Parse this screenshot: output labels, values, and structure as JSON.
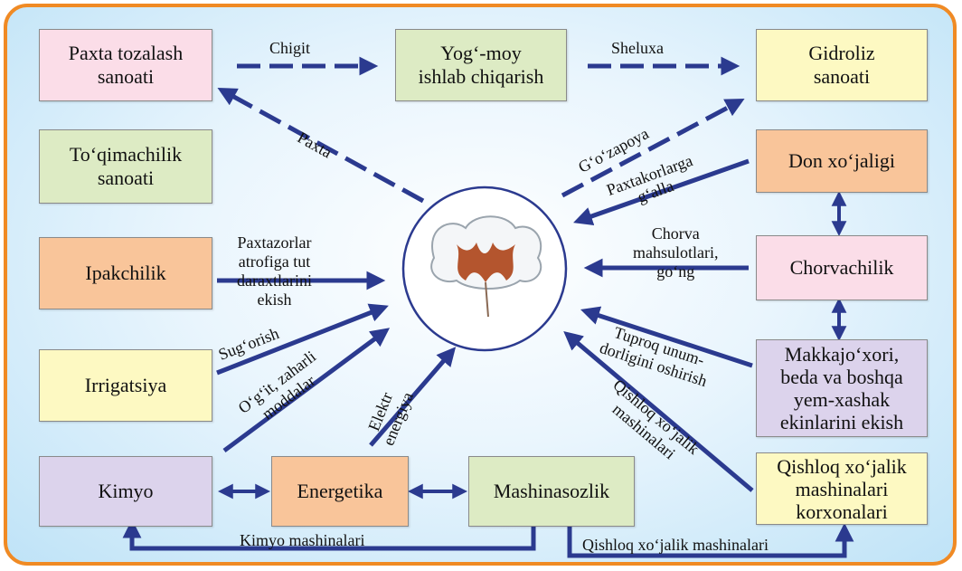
{
  "nodes": {
    "paxta_tozalash": "Paxta tozalash\nsanoati",
    "yog_moy": "Yog‘-moy\nishlab chiqarish",
    "gidroliz": "Gidroliz\nsanoati",
    "toqimachilik": "To‘qimachilik\nsanoati",
    "don": "Don xo‘jaligi",
    "ipakchilik": "Ipakchilik",
    "chorvachilik": "Chorvachilik",
    "irrigatsiya": "Irrigatsiya",
    "makkajori": "Makkajo‘xori,\nbeda va boshqa\nyem-xashak\nekinlarini ekish",
    "kimyo": "Kimyo",
    "energetika": "Energetika",
    "mashinasozlik": "Mashinasozlik",
    "qishloq_korxona": "Qishloq xo‘jalik\nmashinalari\nkorxonalari"
  },
  "labels": {
    "chigit": "Chigit",
    "sheluxa": "Sheluxa",
    "paxta": "Paxta",
    "gozapoya": "G‘o‘zapoya",
    "paxtakorlarga": "Paxtakorlarga\ng‘alla",
    "chorva": "Chorva\nmahsulotlari,\ngo‘ng",
    "paxtazorlar": "Paxtazorlar\natrofiga tut\ndaraxtlarini\nekish",
    "sugorish": "Sug‘orish",
    "ogit": "O‘g‘it, zaharli\nmoddalar",
    "elektr": "Elektr\nenergiya",
    "tuproq": "Tuproq unum-\ndorligini oshirish",
    "qishloq_mash": "Qishloq xo‘jalik\nmashinalari",
    "kimyo_mash": "Kimyo mashinalari",
    "qishloq_mash_bottom": "Qishloq xo‘jalik mashinalari"
  },
  "colors": {
    "arrow": "#2b3a8f",
    "frame": "#f08a24",
    "cotton_boll": "#b4552e"
  },
  "icons": {
    "center": "cotton-boll-icon"
  }
}
